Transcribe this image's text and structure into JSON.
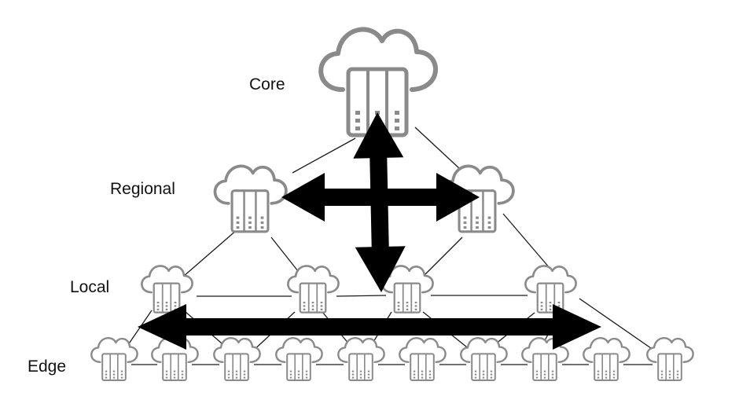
{
  "tiers": [
    {
      "id": "core",
      "label": "Core",
      "nodes": 1
    },
    {
      "id": "regional",
      "label": "Regional",
      "nodes": 2
    },
    {
      "id": "local",
      "label": "Local",
      "nodes": 4
    },
    {
      "id": "edge",
      "label": "Edge",
      "nodes": 10
    }
  ],
  "colors": {
    "node_stroke": "#8a8a8a",
    "link": "#1a1a1a",
    "arrow": "#000000",
    "label": "#111111"
  },
  "icons": {
    "node": "cloud-server-icon",
    "arrow": "double-headed-arrow-icon"
  }
}
